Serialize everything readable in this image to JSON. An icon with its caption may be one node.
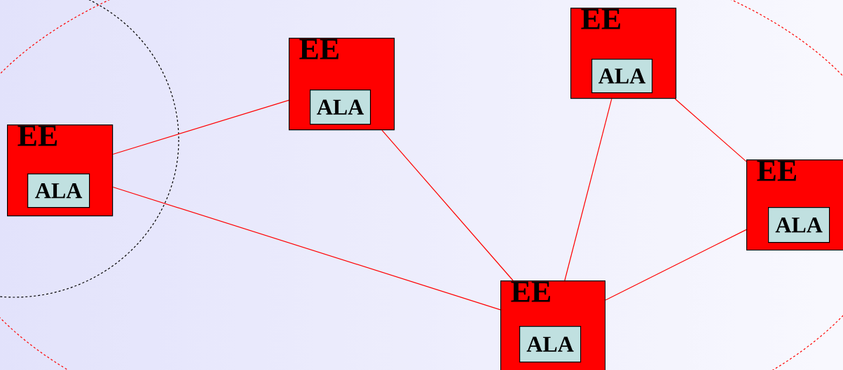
{
  "diagram": {
    "nodes": [
      {
        "text": [
          "EE"
        ]
      },
      {
        "text": [
          "ALA"
        ],
        "in": 0
      },
      {
        "text": [
          "EE"
        ]
      },
      {
        "text": [
          "ALA"
        ],
        "in": 2
      },
      {
        "text": [
          "EE"
        ]
      },
      {
        "text": [
          "ALA"
        ],
        "in": 4
      },
      {
        "text": [
          "EE"
        ]
      },
      {
        "text": [
          "ALA"
        ],
        "in": 6
      },
      {
        "text": [
          "EE"
        ]
      },
      {
        "text": [
          "ALA"
        ],
        "in": 8
      }
    ],
    "edges": [
      {
        "from": 0,
        "to": 2,
        "arrow": "none"
      },
      {
        "from": 0,
        "to": 8,
        "arrow": "none"
      },
      {
        "from": 2,
        "to": 8,
        "arrow": "none"
      },
      {
        "from": 4,
        "to": 8,
        "arrow": "none"
      },
      {
        "from": 4,
        "to": 6,
        "arrow": "none"
      },
      {
        "from": 6,
        "to": 8,
        "arrow": "none"
      }
    ]
  }
}
